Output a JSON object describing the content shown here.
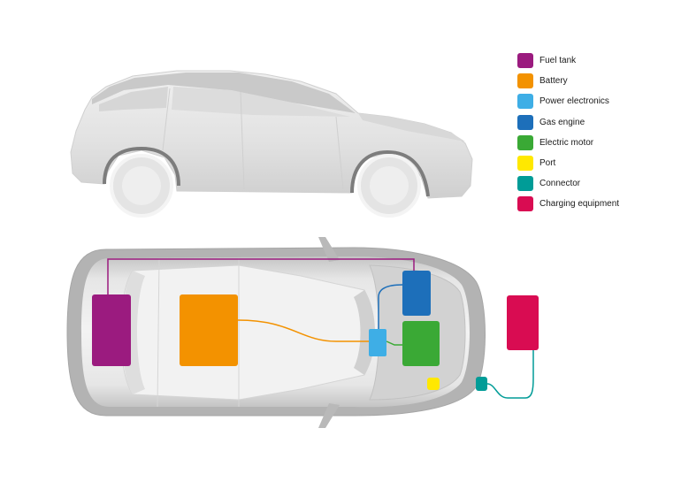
{
  "legend": {
    "items": [
      {
        "label": "Fuel tank",
        "color": "#9b1b7f"
      },
      {
        "label": "Battery",
        "color": "#f39200"
      },
      {
        "label": "Power electronics",
        "color": "#3eaee6"
      },
      {
        "label": "Gas engine",
        "color": "#1d6fba"
      },
      {
        "label": "Electric motor",
        "color": "#3aa935"
      },
      {
        "label": "Port",
        "color": "#ffe800"
      },
      {
        "label": "Connector",
        "color": "#009c97"
      },
      {
        "label": "Charging equipment",
        "color": "#d90c52"
      }
    ]
  },
  "colors": {
    "fuel_line": "#9b1b7f",
    "battery_cable": "#f39200",
    "engine_line": "#1d6fba",
    "motor_line": "#3aa935",
    "charge_cable": "#009c97"
  }
}
